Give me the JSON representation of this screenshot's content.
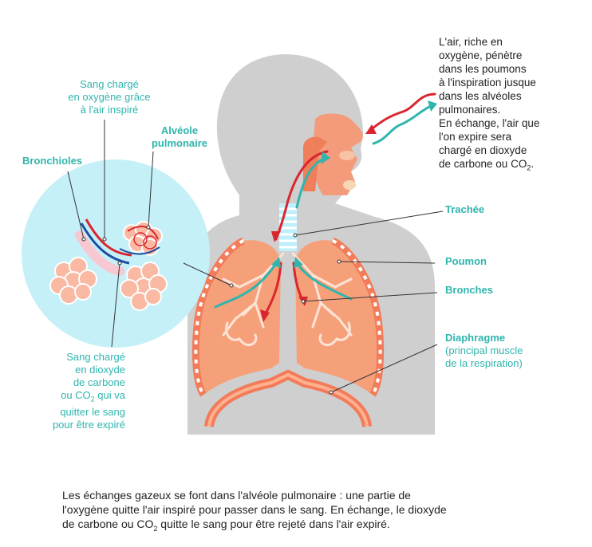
{
  "colors": {
    "teal": "#2fb5ad",
    "body_gray": "#cfcfcf",
    "lung": "#f6a07a",
    "red": "#d9262e",
    "blue": "#1e4fa0",
    "bubble": "#c6f0f8"
  },
  "labels": {
    "sang_oxygene": [
      "Sang chargé",
      "en oxygène grâce",
      "à l'air inspiré"
    ],
    "alveole": [
      "Alvéole",
      "pulmonaire"
    ],
    "bronchioles": "Bronchioles",
    "sang_co2": [
      "Sang chargé",
      "en dioxyde",
      "de carbone",
      "ou CO",
      "2",
      " qui va",
      "quitter le sang",
      "pour être expiré"
    ],
    "trachee": "Trachée",
    "poumon": "Poumon",
    "bronches": "Bronches",
    "diaphragme": "Diaphragme",
    "diaphragme_note": [
      "(principal muscle",
      "de la respiration)"
    ]
  },
  "top_text": [
    "L'air, riche en",
    "oxygène, pénètre",
    "dans les poumons",
    "à l'inspiration jusque",
    "dans les alvéoles",
    "pulmonaires.",
    "En échange, l'air que",
    "l'on expire sera",
    "chargé en dioxyde",
    "de carbone ou CO",
    "2",
    "."
  ],
  "caption": {
    "line1": "Les échanges gazeux se font dans l'alvéole pulmonaire : une partie de",
    "line2": "l'oxygène quitte l'air inspiré pour passer dans le sang. En échange, le dioxyde",
    "line3_a": "de carbone ou CO",
    "line3_sub": "2",
    "line3_b": " quitte le sang pour être rejeté dans l'air expiré."
  }
}
